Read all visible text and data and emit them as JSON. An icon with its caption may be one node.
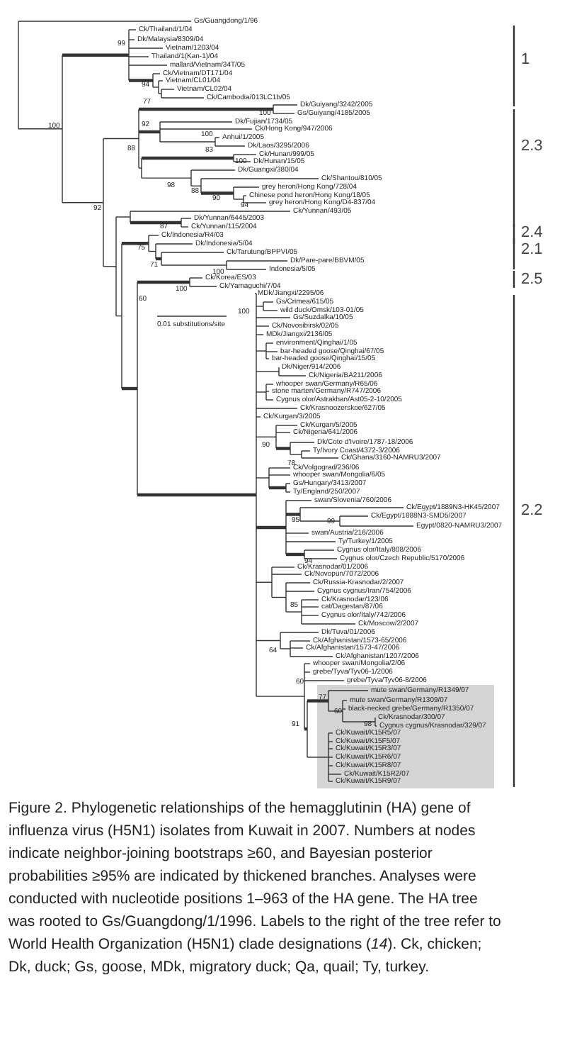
{
  "diagram": {
    "caption": "Figure 2. Phylogenetic relationships of the hemagglutinin (HA) gene of influenza virus (H5N1) isolates from Kuwait in 2007. Numbers at nodes indicate neighbor-joining bootstraps ≥60, and Bayesian posterior probabilities ≥95% are indicated by thickened branches. Analyses were conducted with nucleotide positions 1–963 of the HA gene. The HA tree was rooted to Gs/Guangdong/1/1996. Labels to the right of the tree refer to World Health Organization (H5N1) clade designations (*14*). Ck, chicken; Dk, duck; Gs, goose, MDk, migratory duck; Qa, quail; Ty, turkey.",
    "labels": [
      "Gs/Guangdong/1/96",
      "Ck/Thailand/1/04",
      "Dk/Malaysia/8309/04",
      "Vietnam/1203/04",
      "Thailand/1(Kan-1)/04",
      "mallard/Vietnam/34T/05",
      "Ck/Vietnam/DT171/04",
      "Vietnam/CL01/04",
      "Vietnam/CL02/04",
      "Ck/Cambodia/013LC1b/05",
      "Dk/Guiyang/3242/2005",
      "Gs/Guiyang/4185/2005",
      "Dk/Fujian/1734/05",
      "Ck/Hong Kong/947/2006",
      "Anhui/1/2005",
      "Dk/Laos/3295/2006",
      "Ck/Hunan/999/05",
      "Dk/Hunan/15/05",
      "Dk/Guangxi/380/04",
      "Ck/Shantou/810/05",
      "grey heron/Hong Kong/728/04",
      "Chinese pond heron/Hong Kong/18/05",
      "grey heron/Hong Kong/D4-837/04",
      "Ck/Yunnan/493/05",
      "Dk/Yunnan/6445/2003",
      "Ck/Yunnan/115/2004",
      "Ck/Indonesia/R4/03",
      "Dk/Indonesia/5/04",
      "Ck/Tarutung/BPPVI/05",
      "Dk/Pare-pare/BBVM/05",
      "Indonesia/5/05",
      "Ck/Korea/ES/03",
      "Ck/Yamaguchi/7/04",
      "MDk/Jiangxi/2295/06",
      "Gs/Crimea/615/05",
      "wild duck/Omsk/103-01/05",
      "Gs/Suzdalka/10/05",
      "Ck/Novosibirsk/02/05",
      "MDk/Jiangxi/2136/05",
      "environment/Qinghai/1/05",
      "bar-headed goose/Qinghai/67/05",
      "bar-headed goose/Qinghai/15/05",
      "Dk/Niger/914/2006",
      "Ck/Nigeria/BA211/2006",
      "whooper swan/Germany/R65/06",
      "stone marten/Germany/R747/2006",
      "Cygnus olor/Astrakhan/Ast05-2-10/2005",
      "Ck/Krasnoozerskoe/627/05",
      "Ck/Kurgan/3/2005",
      "Ck/Kurgan/5/2005",
      "Ck/Nigeria/641/2006",
      "Dk/Cote d'Ivoire/1787-18/2006",
      "Ty/Ivory Coast/4372-3/2006",
      "Ck/Ghana/3160-NAMRU3/2007",
      "Ck/Volgograd/236/06",
      "whooper swan/Mongolia/6/05",
      "Gs/Hungary/3413/2007",
      "Ty/England/250/2007",
      "swan/Slovenia/760/2006",
      "Ck/Egypt/1889N3-HK45/2007",
      "Ck/Egypt/1888N3-SMD5/2007",
      "Egypt/0820-NAMRU3/2007",
      "swan/Austria/216/2006",
      "Ty/Turkey/1/2005",
      "Cygnus olor/Italy/808/2006",
      "Cygnus olor/Czech Republic/5170/2006",
      "Ck/Krasnodar/01/2006",
      "Ck/Novopun/7072/2006",
      "Ck/Russia-Krasnodar/2/2007",
      "Cygnus cygnus/Iran/754/2006",
      "Ck/Krasnodar/123/06",
      "cat/Dagestan/87/06",
      "Cygnus olor/Italy/742/2006",
      "Ck/Moscow/2/2007",
      "Dk/Tuva/01/2006",
      "Ck/Afghanistan/1573-65/2006",
      "Ck/Afghanistan/1573-47/2006",
      "Ck/Afghanistan/1207/2006",
      "whooper swan/Mongolia/2/06",
      "grebe/Tyva/Tyv06-1/2006",
      "grebe/Tyva/Tyv06-8/2006",
      "mute swan/Germany/R1349/07",
      "mute swan/Germany/R1309/07",
      "black-necked grebe/Germany/R1350/07",
      "Ck/Krasnodar/300/07",
      "Cygnus cygnus/Krasnodar/329/07",
      "Ck/Kuwait/K15R5/07",
      "Ck/Kuwait/K15F5/07",
      "Ck/Kuwait/K15R3/07",
      "Ck/Kuwait/K15R6/07",
      "Ck/Kuwait/K15R8/07",
      "Ck/Kuwait/K15R2/07",
      "Ck/Kuwait/K15R9/07",
      "99",
      "94",
      "77",
      "100",
      "100",
      "92",
      "100",
      "83",
      "88",
      "100",
      "98",
      "88",
      "90",
      "94",
      "92",
      "87",
      "75",
      "71",
      "100",
      "100",
      "60",
      "100",
      "90",
      "78",
      "95",
      "99",
      "94",
      "85",
      "64",
      "60",
      "77",
      "60",
      "98",
      "91",
      "1",
      "2.3",
      "2.4",
      "2.1",
      "2.5",
      "2.2",
      "0.01 substitutions/site"
    ]
  }
}
